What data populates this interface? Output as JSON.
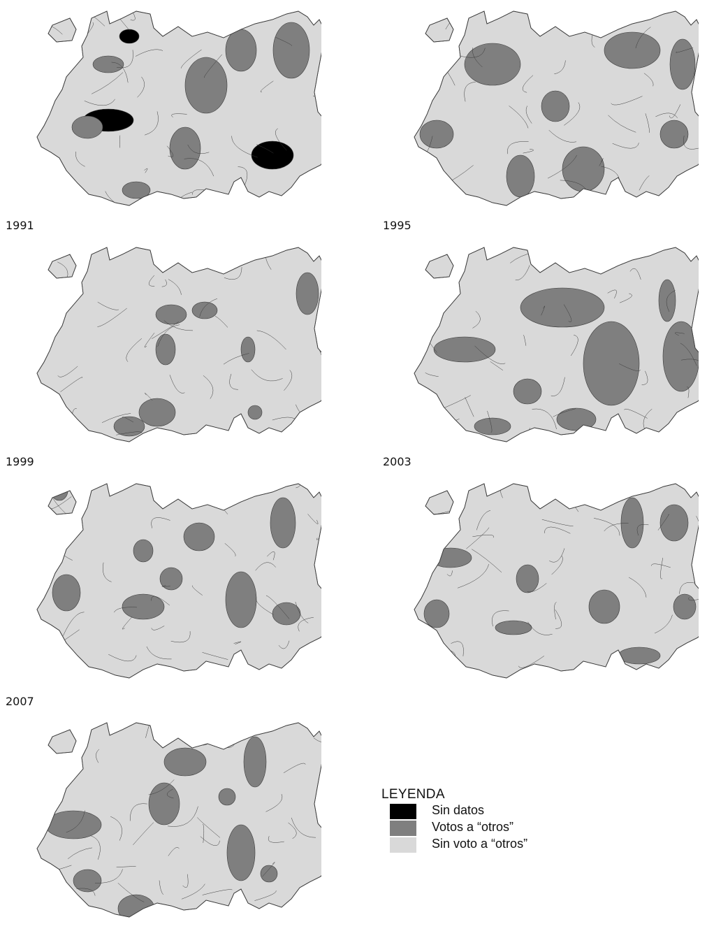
{
  "colors": {
    "no_data": "#000000",
    "votes_others": "#7f7f7f",
    "no_votes_others": "#d9d9d9",
    "border": "#3a3a3a"
  },
  "maps": [
    {
      "year": "1991"
    },
    {
      "year": "1995"
    },
    {
      "year": "1999"
    },
    {
      "year": "2003"
    },
    {
      "year": "2007"
    },
    {
      "year": ""
    },
    {
      "year": ""
    }
  ],
  "legend": {
    "title": "LEYENDA",
    "items": [
      {
        "label": "Sin datos",
        "color": "#000000"
      },
      {
        "label": "Votos a “otros”",
        "color": "#7f7f7f"
      },
      {
        "label": "Sin voto a “otros”",
        "color": "#d9d9d9"
      }
    ]
  }
}
